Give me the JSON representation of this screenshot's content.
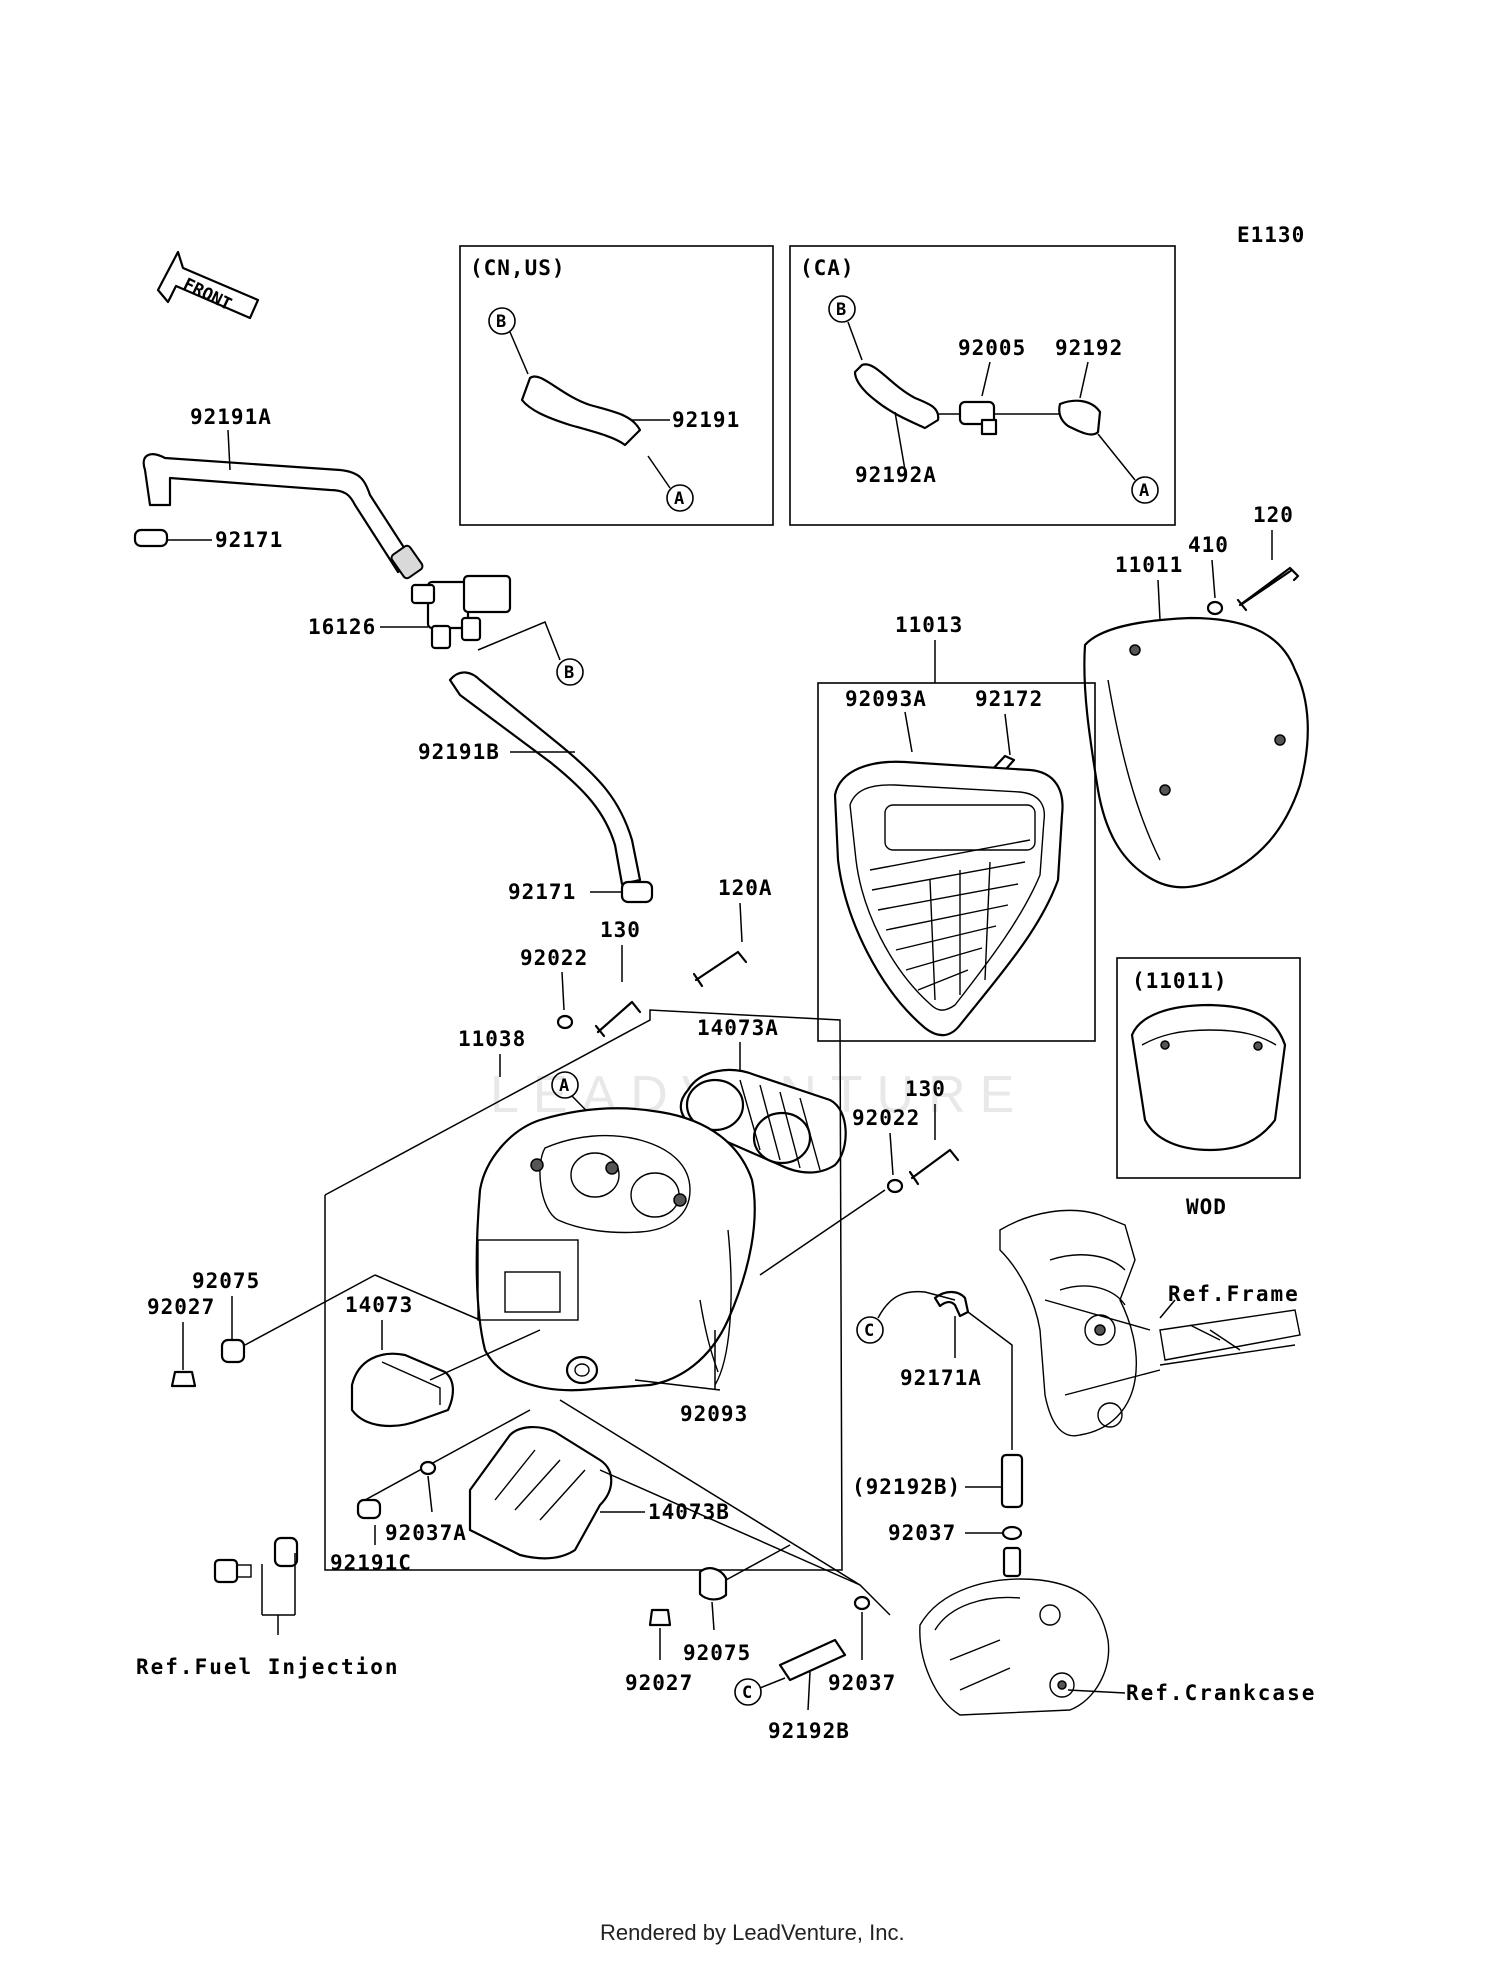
{
  "diagram": {
    "code": "E1130",
    "front_label": "FRONT",
    "footer": "Rendered by LeadVenture, Inc.",
    "watermark": "LEADVENTURE",
    "boxes": {
      "cn_us": "(CN,US)",
      "ca": "(CA)",
      "wod_box": "(11011)",
      "wod_label": "WOD"
    },
    "callouts": {
      "a": "A",
      "b": "B",
      "c": "C"
    },
    "parts": {
      "p92191A": "92191A",
      "p92171_top": "92171",
      "p16126": "16126",
      "p92191B": "92191B",
      "p92171_mid": "92171",
      "p92191": "92191",
      "p92005": "92005",
      "p92192": "92192",
      "p92192A": "92192A",
      "p120": "120",
      "p410": "410",
      "p11011": "11011",
      "p11013": "11013",
      "p92093A": "92093A",
      "p92172": "92172",
      "p120A": "120A",
      "p130_top": "130",
      "p92022_top": "92022",
      "p14073A": "14073A",
      "p11038": "11038",
      "p130_right": "130",
      "p92022_right": "92022",
      "p92075_left": "92075",
      "p92027_left": "92027",
      "p14073": "14073",
      "p92093": "92093",
      "p92171A": "92171A",
      "p92192B_paren": "(92192B)",
      "p92037_right": "92037",
      "p14073B": "14073B",
      "p92037A": "92037A",
      "p92191C": "92191C",
      "p92075_bottom": "92075",
      "p92027_bottom": "92027",
      "p92037_bottom": "92037",
      "p92192B": "92192B"
    },
    "refs": {
      "frame": "Ref.Frame",
      "fuel": "Ref.Fuel Injection",
      "crankcase": "Ref.Crankcase"
    }
  }
}
